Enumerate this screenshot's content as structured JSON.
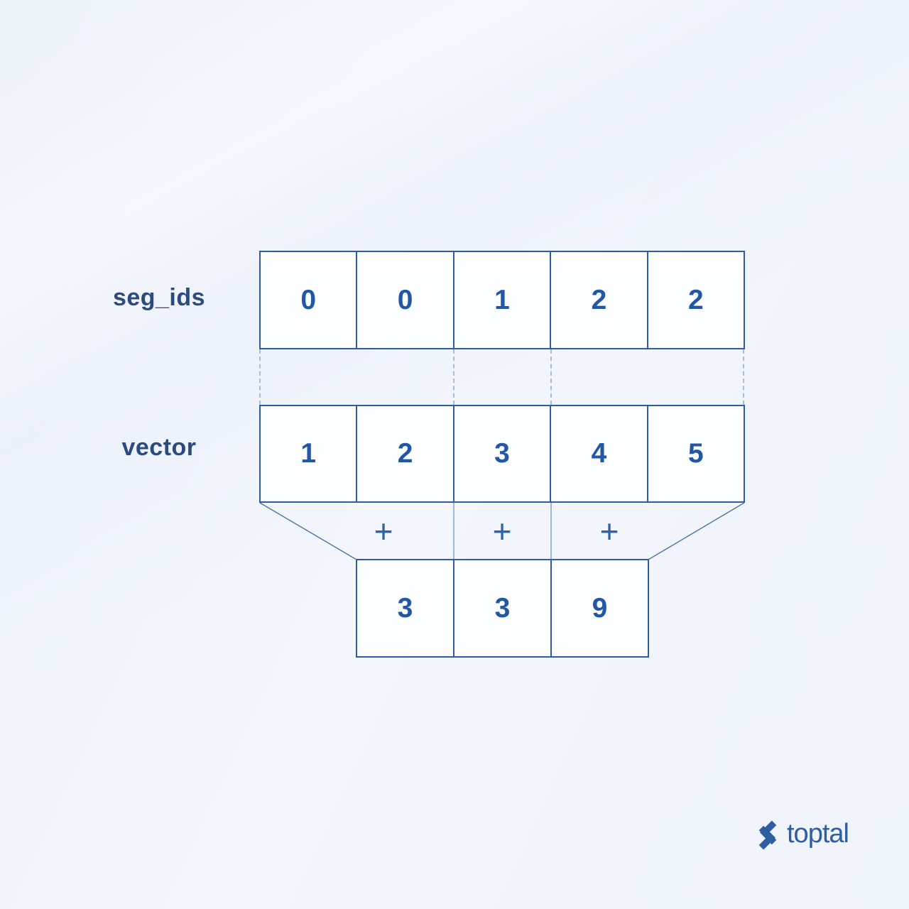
{
  "diagram": {
    "title_semantic": "segment sum illustration",
    "seg_ids_row": {
      "label": "seg_ids",
      "cells": [
        "0",
        "0",
        "1",
        "2",
        "2"
      ]
    },
    "vector_row": {
      "label": "vector",
      "cells": [
        "1",
        "2",
        "3",
        "4",
        "5"
      ]
    },
    "result_row": {
      "cells": [
        "3",
        "3",
        "9"
      ]
    },
    "plus_operator": "+",
    "segments": [
      {
        "id": 0,
        "members": [
          "1",
          "2"
        ],
        "sum": "3"
      },
      {
        "id": 1,
        "members": [
          "3"
        ],
        "sum": "3"
      },
      {
        "id": 2,
        "members": [
          "4",
          "5"
        ],
        "sum": "9"
      }
    ]
  },
  "branding": {
    "logo_text": "toptal"
  },
  "colors": {
    "background": "#f0f4fa",
    "cell_fill": "#fdfeff",
    "cell_border": "#2e5ca7",
    "cell_value": "#2257a6",
    "label_text": "#2b4a7e",
    "dashed_line": "#a9bcd4",
    "connector_diagonal": "#4b74a4",
    "connector_vertical": "#7d9dc2",
    "plus_sign": "#2e63a9",
    "logo_blue": "#2e5ea1"
  }
}
